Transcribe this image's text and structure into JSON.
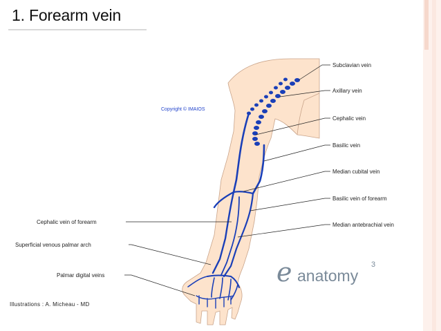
{
  "slide": {
    "title": "1.  Forearm vein",
    "copyright": "Copyright © IMAIOS",
    "credit": "Illustrations : A. Micheau - MD"
  },
  "logo": {
    "brand": "anatomy",
    "superscript": "3"
  },
  "labels": {
    "right": [
      "Subclavian vein",
      "Axillary vein",
      "Cephalic vein",
      "Basilic vein",
      "Median cubital vein",
      "Basilic vein of forearm",
      "Median antebrachial vein"
    ],
    "left": [
      "Cephalic vein of forearm",
      "Superficial venous palmar arch",
      "Palmar digital veins"
    ]
  },
  "colors": {
    "skin": "#fde3cc",
    "skin_outline": "#c9a48a",
    "vein": "#1a3fb8"
  }
}
